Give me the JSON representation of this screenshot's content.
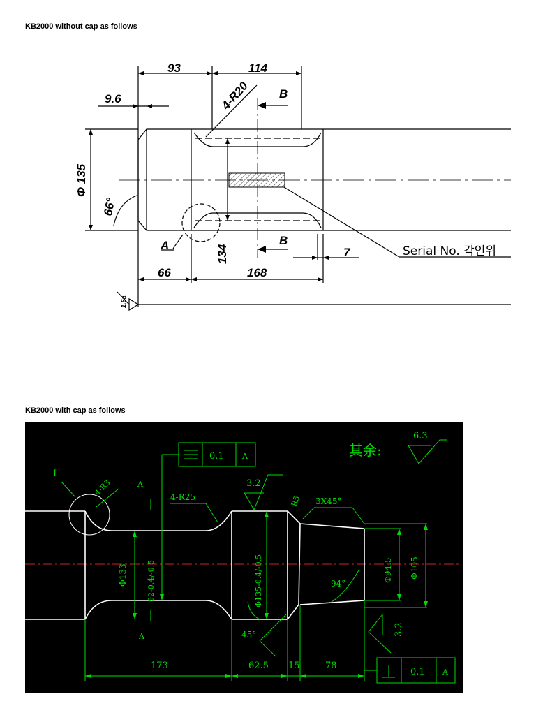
{
  "headings": {
    "without_cap": "KB2000 without cap as follows",
    "with_cap": "KB2000 with cap as follows"
  },
  "drawing1": {
    "dims": {
      "d93": "93",
      "d114": "114",
      "d9_6": "9.6",
      "r20": "4-R20",
      "b_top": "B",
      "dia135": "Φ 135",
      "ang66": "66°",
      "a": "A",
      "d134": "134",
      "b_bot": "B",
      "d7": "7",
      "d66": "66",
      "d168": "168",
      "rough": "1.6a"
    },
    "serial": "Serial No. 각인위"
  },
  "drawing2": {
    "colors": {
      "background": "#000000",
      "lines": "#00dd00",
      "part": "#ffffff",
      "centerline": "#cc2222"
    },
    "labels": {
      "tol1": "0.1",
      "datum1": "A",
      "rest": "其余:",
      "rough_rest": "6.3",
      "detail": "I",
      "r3": "4-R3",
      "sec_a_top": "A",
      "r25": "4-R25",
      "rough32": "3.2",
      "r5": "R5",
      "chamfer": "3X45°",
      "d133": "Φ133",
      "d92": "92-0.4/-0.5",
      "d135": "Φ135-0.4/-0.5",
      "d94_5": "Φ94.5",
      "d105": "Φ105",
      "ang94": "94°",
      "ang45": "45°",
      "sec_a_bot": "A",
      "rough32b": "3.2",
      "d173": "173",
      "d62_5": "62.5",
      "d15": "15",
      "d78": "78",
      "tol2": "0.1",
      "datum2": "A"
    }
  }
}
